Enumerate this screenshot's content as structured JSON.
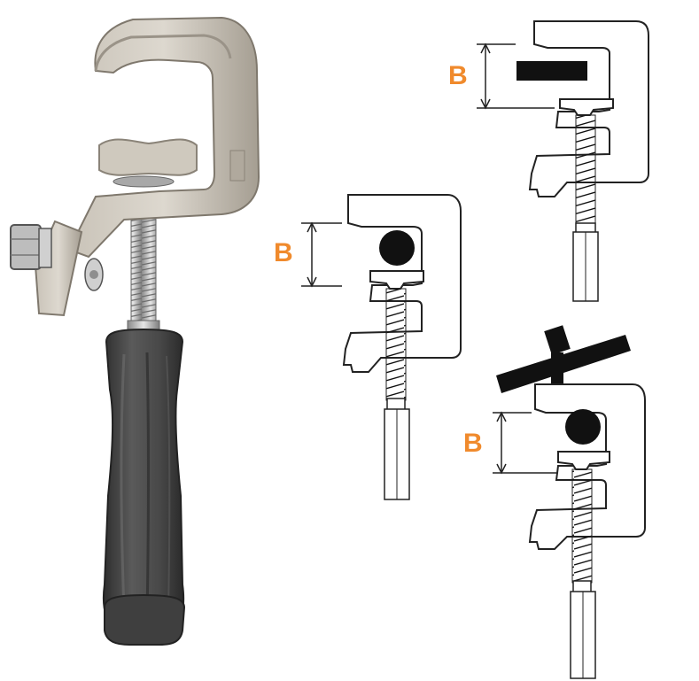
{
  "colors": {
    "accent_orange": "#f08a2c",
    "metal_light": "#d4cfc5",
    "metal_mid": "#b9b3a8",
    "metal_dark": "#8f887d",
    "rubber_grip": "#4a4a4a",
    "rubber_grip_dark": "#333333",
    "outline": "#222222",
    "black_fill": "#111111"
  },
  "photo": {
    "subject": "c-clamp-with-rubber-handle"
  },
  "diagrams": {
    "flat_bar": {
      "dimension_label": "B",
      "workpiece": "flat-bar"
    },
    "round_bar": {
      "dimension_label": "B",
      "workpiece": "round-bar"
    },
    "round_bar_tbar": {
      "dimension_label": "B",
      "workpiece": "round-bar-with-tbar"
    }
  }
}
